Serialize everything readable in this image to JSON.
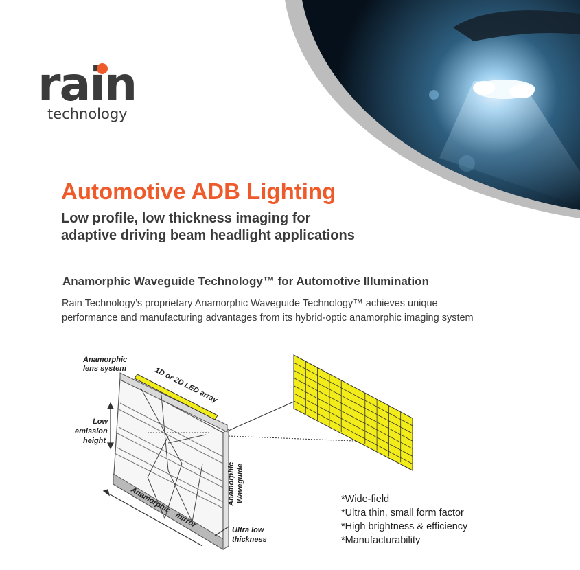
{
  "logo": {
    "word": "rain",
    "sub": "technology"
  },
  "title": "Automotive ADB Lighting",
  "subtitle": [
    "Low profile, low thickness imaging for",
    "adaptive driving beam headlight applications"
  ],
  "section_heading": "Anamorphic Waveguide Technology™ for Automotive Illumination",
  "body_lines": [
    "Rain Technology’s proprietary Anamorphic Waveguide Technology™ achieves unique",
    "performance and manufacturing advantages from its hybrid-optic anamorphic imaging system"
  ],
  "diagram_labels": {
    "lens_1": "Anamorphic",
    "lens_2": "lens system",
    "led": "1D or 2D LED array",
    "low_1": "Low",
    "low_2": "emission",
    "low_3": "height",
    "wg_1": "Anamorphic",
    "wg_2": "Waveguide",
    "mirror_1": "Anamorphic",
    "mirror_2": "mirror",
    "thick_1": "Ultra low",
    "thick_2": "thickness"
  },
  "features": [
    "*Wide-field",
    "*Ultra thin, small form factor",
    "*High brightness & efficiency",
    "*Manufacturability"
  ],
  "colors": {
    "accent": "#ef5a2b",
    "text": "#3a3a3a",
    "grid_fill": "#f2ec1a",
    "hero_dark": "#0b1622"
  }
}
